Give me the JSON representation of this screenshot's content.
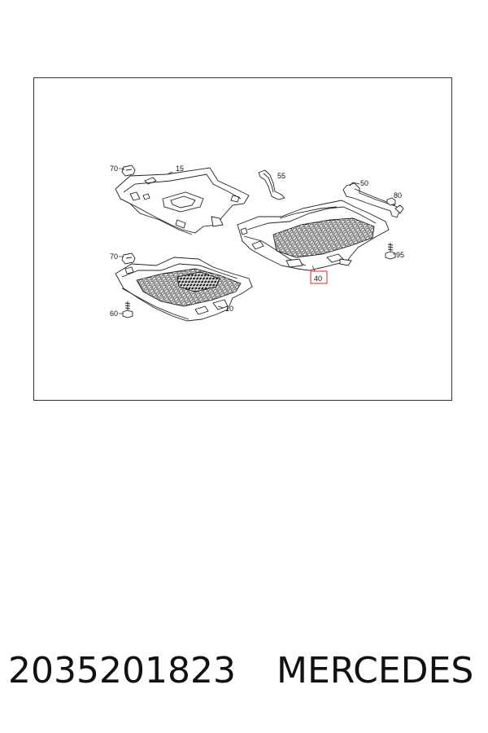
{
  "callouts": {
    "c70a": "70",
    "c15": "15",
    "c55": "55",
    "c50": "50",
    "c80": "80",
    "c95": "95",
    "c70b": "70",
    "c60": "60",
    "c10": "10",
    "c40": "40"
  },
  "caption": {
    "part_number": "2035201823",
    "brand": "MERCEDES"
  },
  "colors": {
    "highlight": "#e03a3a",
    "line": "#222222"
  }
}
